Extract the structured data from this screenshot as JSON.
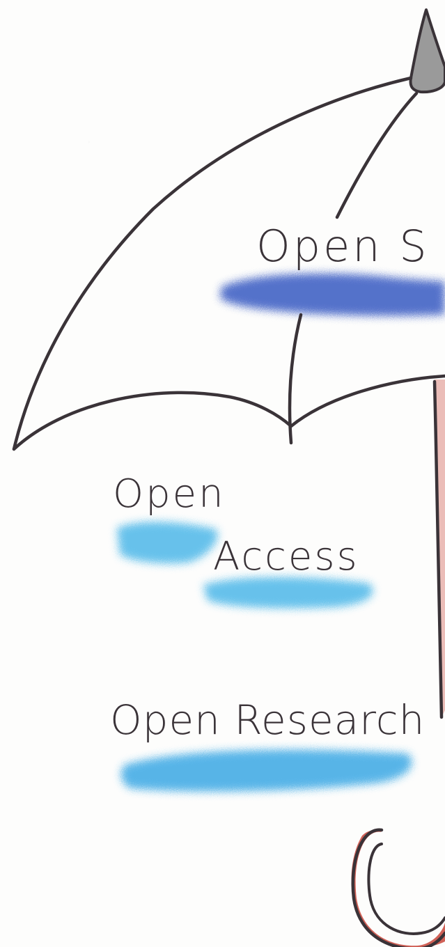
{
  "umbrella_labels": {
    "open_science": "Open S",
    "open_access_line1": "Open",
    "open_access_line2": "Access",
    "open_research": "Open Research"
  },
  "colors": {
    "ink": "#3a3338",
    "canopy_highlight": "#3d5fc4",
    "access_highlight": "#35aee6",
    "research_highlight": "#2ea3e3",
    "handle": "#c8453a",
    "tip": "#9a9a9a"
  }
}
